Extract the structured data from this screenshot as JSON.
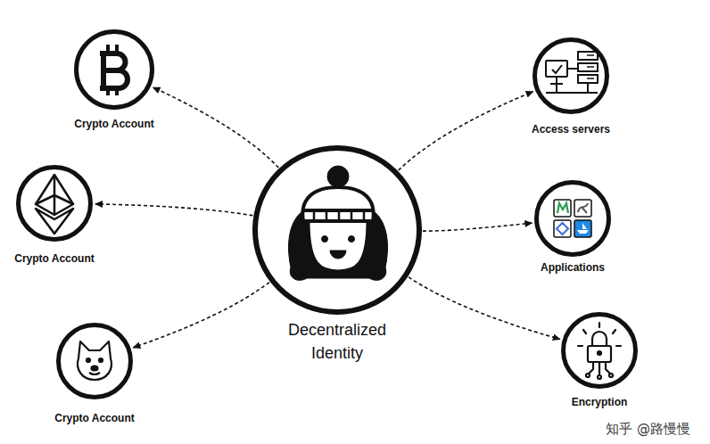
{
  "diagram": {
    "nodes": [
      {
        "text": [
          "Decentralized Identity"
        ]
      },
      {
        "text": [
          "Crypto Account"
        ]
      },
      {
        "text": [
          "Crypto Account"
        ]
      },
      {
        "text": [
          "Crypto Account"
        ]
      },
      {
        "text": [
          "Access servers"
        ]
      },
      {
        "text": [
          "Applications"
        ]
      },
      {
        "text": [
          "Encryption"
        ]
      }
    ],
    "edges": [
      {
        "from": 0,
        "to": 1,
        "arrow": "to"
      },
      {
        "from": 0,
        "to": 2,
        "arrow": "to"
      },
      {
        "from": 0,
        "to": 3,
        "arrow": "to"
      },
      {
        "from": 0,
        "to": 4,
        "arrow": "to"
      },
      {
        "from": 0,
        "to": 5,
        "arrow": "to"
      },
      {
        "from": 0,
        "to": 6,
        "arrow": "to"
      }
    ],
    "labels": [
      "知乎 @路慢慢"
    ]
  }
}
